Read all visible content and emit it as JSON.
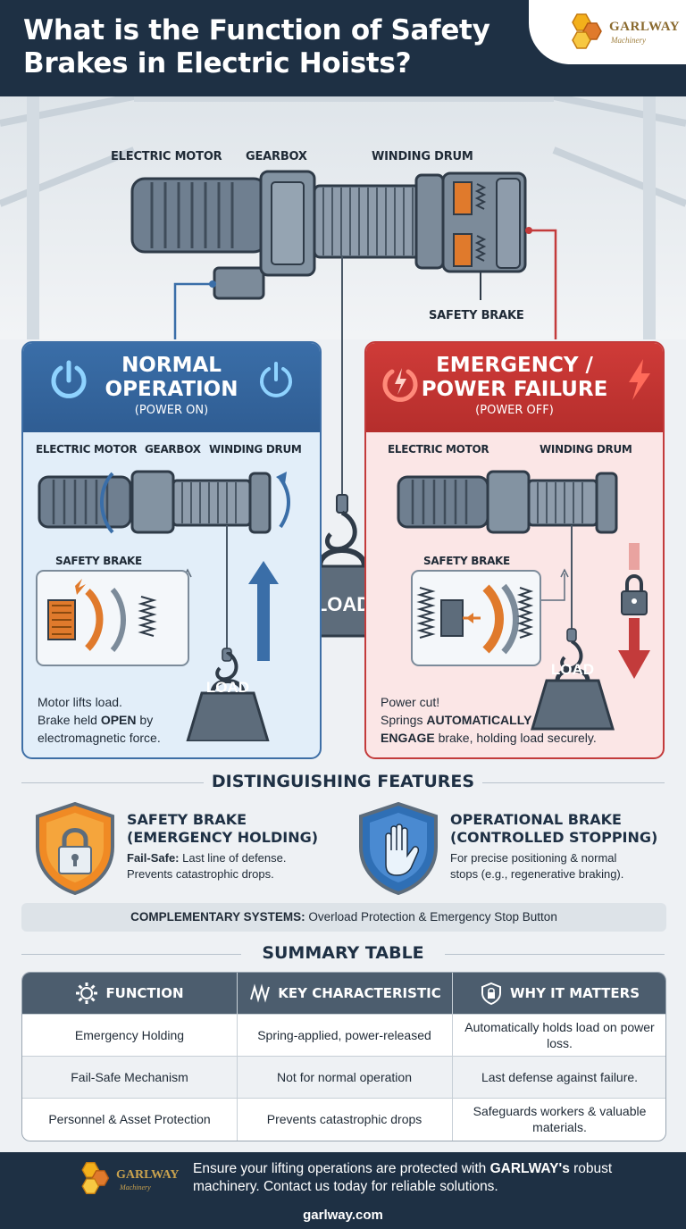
{
  "header": {
    "title": "What is the Function of Safety Brakes in Electric Hoists?",
    "logo_text": "GARLWAY",
    "logo_sub": "Machinery"
  },
  "top_diagram": {
    "motor_label": "ELECTRIC MOTOR",
    "gearbox_label": "GEARBOX",
    "drum_label": "WINDING DRUM",
    "brake_label": "SAFETY BRAKE",
    "load_label": "LOAD"
  },
  "normal": {
    "title_line1": "NORMAL",
    "title_line2": "OPERATION",
    "subtitle": "(POWER ON)",
    "motor_label": "ELECTRIC MOTOR",
    "gearbox_label": "GEARBOX",
    "drum_label": "WINDING DRUM",
    "brake_label": "SAFETY BRAKE",
    "load_label": "LOAD",
    "desc_line1": "Motor lifts load.",
    "desc_line2a": "Brake held ",
    "desc_line2b": "OPEN",
    "desc_line2c": " by",
    "desc_line3": "electromagnetic force."
  },
  "emergency": {
    "title_line1": "EMERGENCY /",
    "title_line2": "POWER FAILURE",
    "subtitle": "(POWER OFF)",
    "motor_label": "ELECTRIC MOTOR",
    "drum_label": "WINDING DRUM",
    "brake_label": "SAFETY BRAKE",
    "load_label": "LOAD",
    "desc_line1": "Power cut!",
    "desc_line2a": "Springs ",
    "desc_line2b": "AUTOMATICALLY",
    "desc_line3a": "ENGAGE",
    "desc_line3b": " brake, holding load securely."
  },
  "features": {
    "title": "DISTINGUISHING FEATURES",
    "safety": {
      "title_line1": "SAFETY BRAKE",
      "title_line2": "(EMERGENCY HOLDING)",
      "desc_bold": "Fail-Safe:",
      "desc_line1": " Last line of defense.",
      "desc_line2": "Prevents catastrophic drops."
    },
    "operational": {
      "title_line1": "OPERATIONAL BRAKE",
      "title_line2": "(CONTROLLED STOPPING)",
      "desc_line1": "For precise positioning & normal",
      "desc_line2": "stops (e.g., regenerative braking)."
    },
    "complement_bold": "COMPLEMENTARY SYSTEMS:",
    "complement_text": " Overload Protection & Emergency Stop Button"
  },
  "summary": {
    "title": "SUMMARY TABLE",
    "headers": [
      "FUNCTION",
      "KEY CHARACTERISTIC",
      "WHY IT MATTERS"
    ],
    "rows": [
      [
        "Emergency Holding",
        "Spring-applied, power-released",
        "Automatically holds load on power loss."
      ],
      [
        "Fail-Safe Mechanism",
        "Not for normal operation",
        "Last defense against failure."
      ],
      [
        "Personnel & Asset Protection",
        "Prevents catastrophic drops",
        "Safeguards workers & valuable materials."
      ]
    ]
  },
  "footer": {
    "logo_text": "GARLWAY",
    "logo_sub": "Machinery",
    "text_a": "Ensure your lifting operations are protected with ",
    "text_bold": "GARLWAY's",
    "text_b": " robust machinery. Contact us today for reliable solutions.",
    "url": "garlway.com"
  },
  "colors": {
    "navy": "#1e3044",
    "blue": "#3a6ea8",
    "red": "#c33b3b",
    "orange": "#e07a2c"
  }
}
